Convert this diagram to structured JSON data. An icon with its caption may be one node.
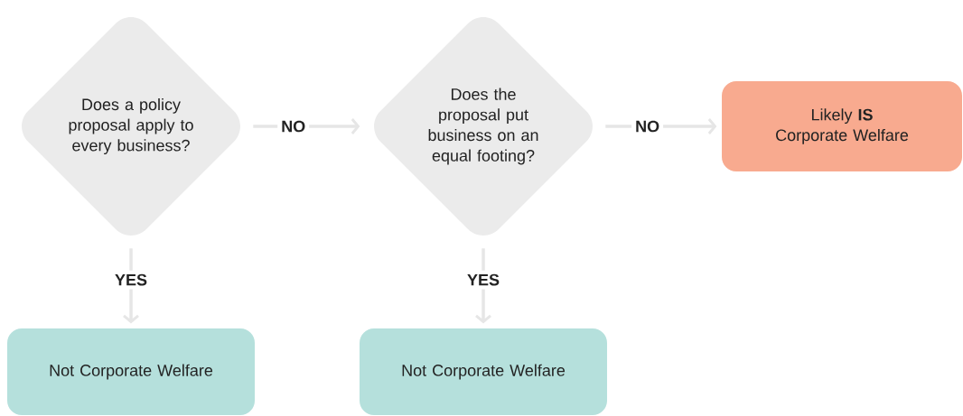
{
  "diagram": {
    "nodes": [
      {
        "text": [
          "Does a policy proposal apply to every business?"
        ]
      },
      {
        "text": [
          "Does the proposal put business on an equal footing?"
        ]
      },
      {
        "text": [
          "Likely **IS** Corporate Welfare"
        ]
      },
      {
        "text": [
          "Not Corporate Welfare"
        ]
      },
      {
        "text": [
          "Not Corporate Welfare"
        ]
      }
    ],
    "edges": [
      {
        "from": 0,
        "to": 1,
        "arrow": "to",
        "label": "NO"
      },
      {
        "from": 1,
        "to": 2,
        "arrow": "to",
        "label": "NO"
      },
      {
        "from": 0,
        "to": 3,
        "arrow": "to",
        "label": "YES"
      },
      {
        "from": 1,
        "to": 4,
        "arrow": "to",
        "label": "YES"
      }
    ]
  }
}
